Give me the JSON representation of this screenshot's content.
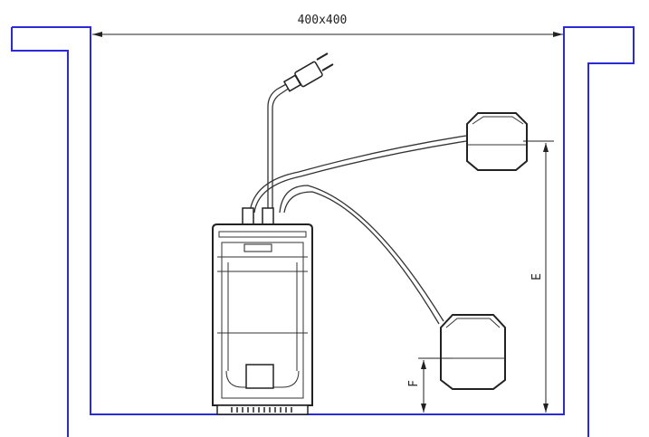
{
  "diagram": {
    "width_label": "400x400",
    "label_e": "E",
    "label_f": "F"
  },
  "colors": {
    "pit_outline": "#2a2ad8",
    "line": "#222222",
    "background": "#ffffff"
  }
}
